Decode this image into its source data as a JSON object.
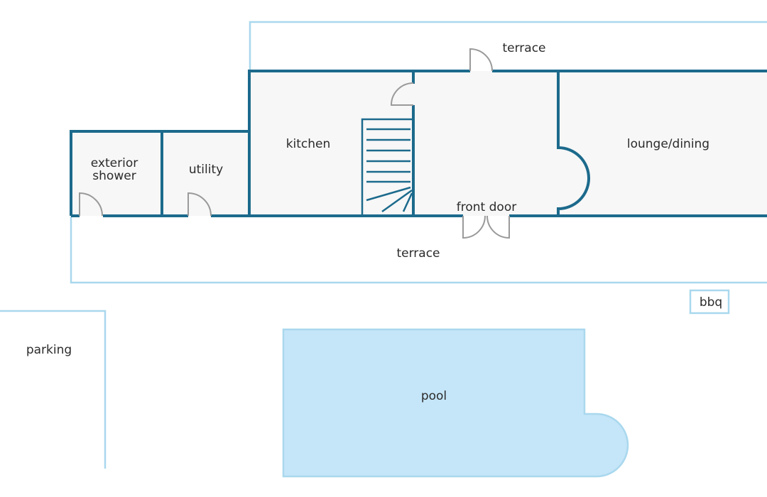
{
  "labels": {
    "terrace_top": "terrace",
    "terrace_bottom": "terrace",
    "kitchen": "kitchen",
    "lounge": "lounge/dining",
    "shower_line1": "exterior",
    "shower_line2": "shower",
    "utility": "utility",
    "front_door": "front door",
    "bbq": "bbq",
    "parking": "parking",
    "pool": "pool"
  },
  "colors": {
    "wall": "#1c6a8c",
    "outline": "#a9d8ee",
    "pool_fill": "#c5e5f8",
    "room_fill": "#f7f7f7",
    "door": "#9a9a9a"
  }
}
